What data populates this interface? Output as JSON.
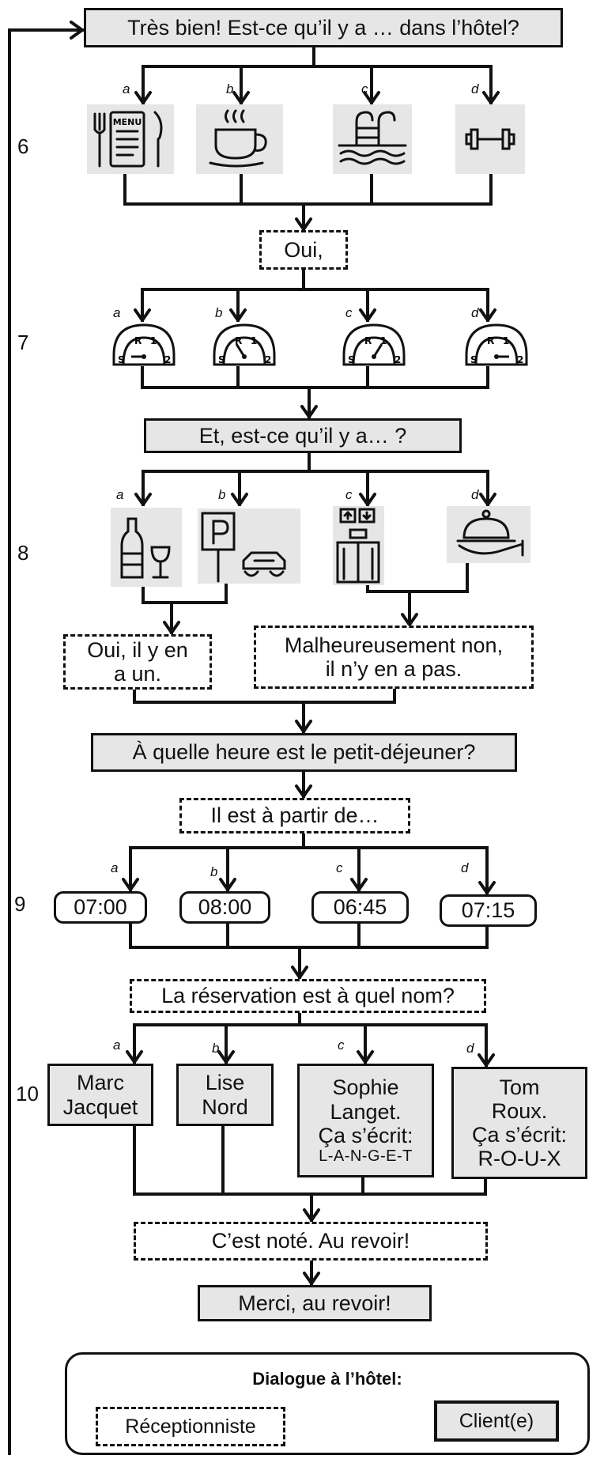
{
  "q_intro": "Très bien! Est-ce qu’il y a … dans l’hôtel?",
  "row_numbers": [
    "6",
    "7",
    "8",
    "9",
    "10"
  ],
  "option_letters": [
    "a",
    "b",
    "c",
    "d"
  ],
  "icons": {
    "row6": [
      "restaurant-menu-icon",
      "coffee-cup-icon",
      "swimming-pool-icon",
      "dumbbell-icon"
    ],
    "row7": [
      "floor-dial-s-icon",
      "floor-dial-r-icon",
      "floor-dial-1-icon",
      "floor-dial-2-icon"
    ],
    "row8": [
      "wine-bar-icon",
      "car-park-icon",
      "elevator-icon",
      "room-service-icon"
    ],
    "dial_labels": [
      "S",
      "R",
      "1",
      "2"
    ]
  },
  "r_oui": "Oui,",
  "q_et": "Et, est-ce qu’il y a… ?",
  "r_oui_un_line1": "Oui, il y en",
  "r_oui_un_line2": "a un.",
  "r_non_line1": "Malheureusement non,",
  "r_non_line2": "il n’y en a pas.",
  "q_heure": "À quelle heure est le petit-déjeuner?",
  "r_partir": "Il est à partir de…",
  "times": [
    "07:00",
    "08:00",
    "06:45",
    "07:15"
  ],
  "r_nom": "La réservation est à quel nom?",
  "names": {
    "a": {
      "line1": "Marc",
      "line2": "Jacquet"
    },
    "b": {
      "line1": "Lise",
      "line2": "Nord"
    },
    "c": {
      "line1": "Sophie",
      "line2": "Langet.",
      "line3": "Ça s’écrit:",
      "line4": "L-A-N-G-E-T"
    },
    "d": {
      "line1": "Tom",
      "line2": "Roux.",
      "line3": "Ça s’écrit:",
      "line4": "R-O-U-X"
    }
  },
  "r_note": "C’est noté. Au revoir!",
  "q_merci": "Merci, au revoir!",
  "legend": {
    "title": "Dialogue à l’hôtel:",
    "recep": "Réceptionniste",
    "client": "Client(e)"
  },
  "colors": {
    "line": "#111111",
    "client_fill": "#e6e6e6",
    "picture_bg": "#e6e6e6"
  }
}
